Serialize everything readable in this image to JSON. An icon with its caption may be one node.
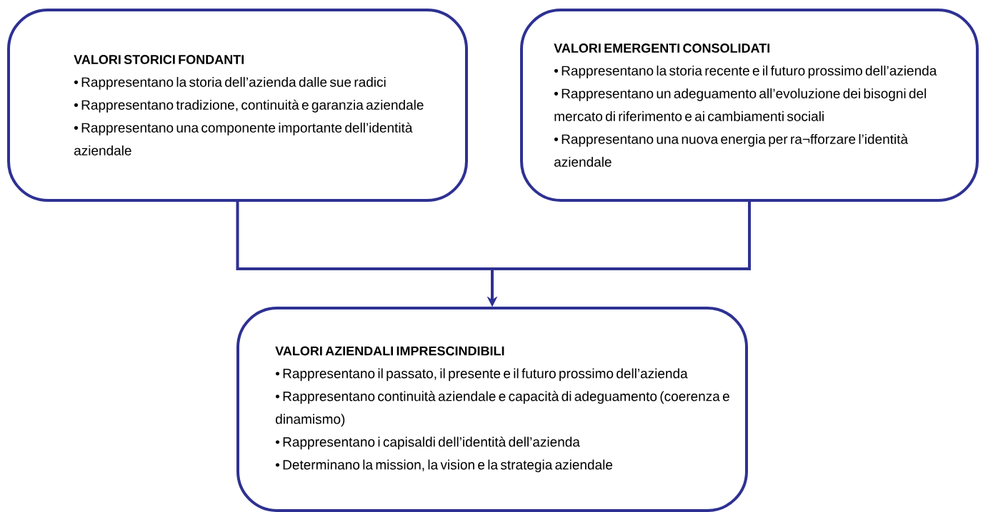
{
  "diagram": {
    "nodes": [
      {
        "text": [
          "VALORI STORICI FONDANTI",
          "• Rappresentano la storia dell’azienda dalle sue radici",
          "• Rappresentano tradizione, continuità e garanzia aziendale",
          "• Rappresentano una componente importante dell’identità aziendale"
        ]
      },
      {
        "text": [
          "VALORI EMERGENTI CONSOLIDATI",
          "• Rappresentano la storia recente e il futuro prossimo dell’azienda",
          "• Rappresentano un adeguamento all’evoluzione dei bisogni del mercato di riferimento e ai cambiamenti sociali",
          "• Rappresentano una nuova energia per ra¬fforzare l’identità aziendale"
        ]
      },
      {
        "text": [
          "VALORI AZIENDALI IMPRESCINDIBILI",
          "• Rappresentano il passato, il presente e il futuro prossimo dell’azienda",
          "• Rappresentano continuità aziendale e capacità di adeguamento (coerenza e dinamismo)",
          "• Rappresentano i capisaldi dell’identità dell’azienda",
          "• Determinano la mission, la vision e la strategia aziendale"
        ]
      }
    ],
    "edges": [
      {
        "from": 0,
        "to": 2,
        "arrow": "to"
      },
      {
        "from": 1,
        "to": 2,
        "arrow": "to"
      }
    ]
  }
}
